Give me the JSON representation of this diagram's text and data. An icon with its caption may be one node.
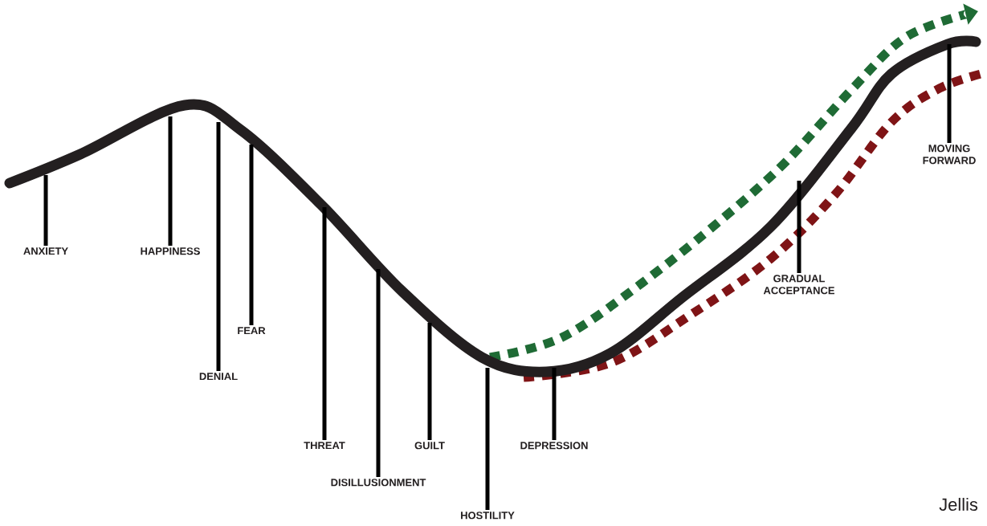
{
  "diagram": {
    "nodes": [
      {
        "text": [
          "ANXIETY"
        ]
      },
      {
        "text": [
          "HAPPINESS"
        ]
      },
      {
        "text": [
          "DENIAL"
        ]
      },
      {
        "text": [
          "FEAR"
        ]
      },
      {
        "text": [
          "THREAT"
        ]
      },
      {
        "text": [
          "DISILLUSIONMENT"
        ]
      },
      {
        "text": [
          "GUILT"
        ]
      },
      {
        "text": [
          "HOSTILITY"
        ]
      },
      {
        "text": [
          "DEPRESSION"
        ]
      },
      {
        "text": [
          "GRADUAL ACCEPTANCE"
        ]
      },
      {
        "text": [
          "MOVING FORWARD"
        ]
      }
    ],
    "edges": [
      {
        "from": 0,
        "to": null,
        "arrow": "none"
      },
      {
        "from": 1,
        "to": null,
        "arrow": "none"
      },
      {
        "from": 2,
        "to": null,
        "arrow": "none"
      },
      {
        "from": 3,
        "to": null,
        "arrow": "none"
      },
      {
        "from": 4,
        "to": null,
        "arrow": "none"
      },
      {
        "from": 5,
        "to": null,
        "arrow": "none"
      },
      {
        "from": 6,
        "to": null,
        "arrow": "none"
      },
      {
        "from": 7,
        "to": null,
        "arrow": "none"
      },
      {
        "from": 8,
        "to": null,
        "arrow": "none"
      },
      {
        "from": 9,
        "to": null,
        "arrow": "none"
      },
      {
        "from": 10,
        "to": null,
        "arrow": "none"
      }
    ],
    "labels": [
      "Jellis"
    ]
  }
}
